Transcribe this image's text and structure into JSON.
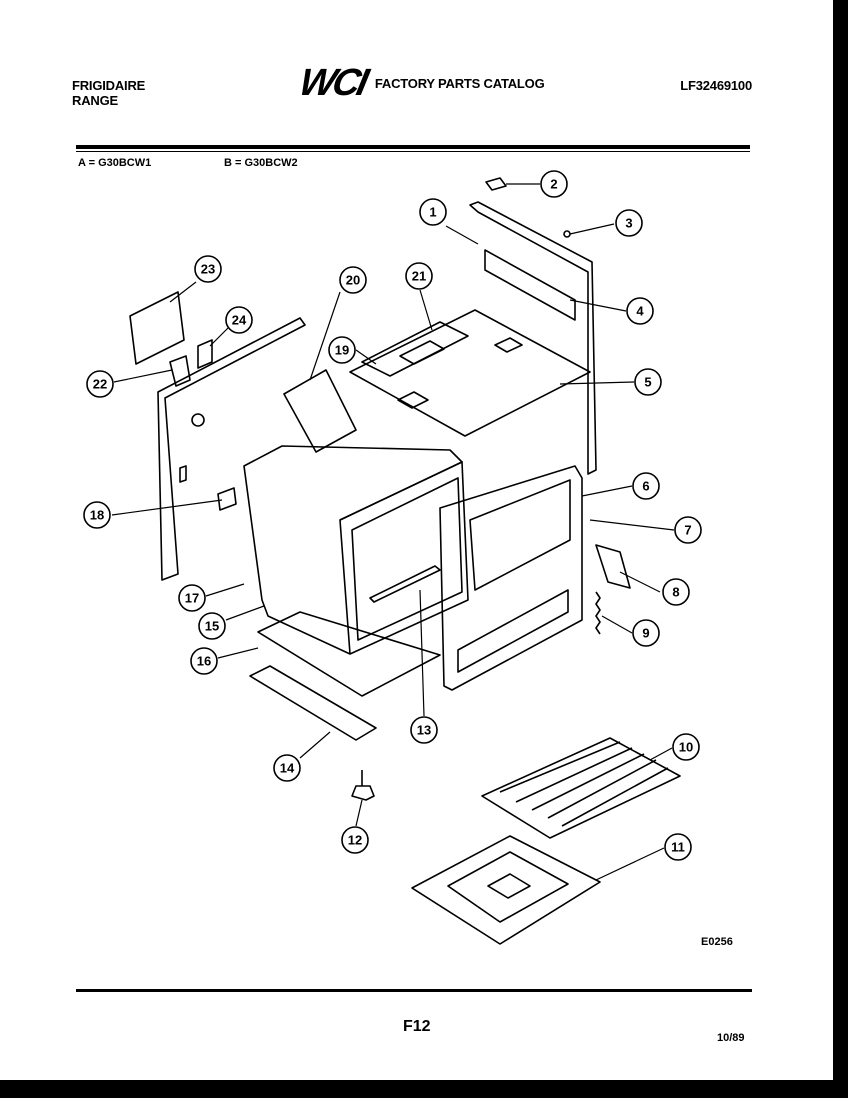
{
  "header": {
    "brand_line1": "FRIGIDAIRE",
    "brand_line2": "RANGE",
    "logo": "WCI",
    "catalog_title": "FACTORY PARTS CATALOG",
    "catalog_number": "LF32469100"
  },
  "models": {
    "a": "A = G30BCW1",
    "b": "B = G30BCW2"
  },
  "callouts": [
    "1",
    "2",
    "3",
    "4",
    "5",
    "6",
    "7",
    "8",
    "9",
    "10",
    "11",
    "12",
    "13",
    "14",
    "15",
    "16",
    "17",
    "18",
    "19",
    "20",
    "21",
    "22",
    "23",
    "24"
  ],
  "figure_id": "E0256",
  "footer": {
    "page": "F12",
    "date": "10/89"
  }
}
